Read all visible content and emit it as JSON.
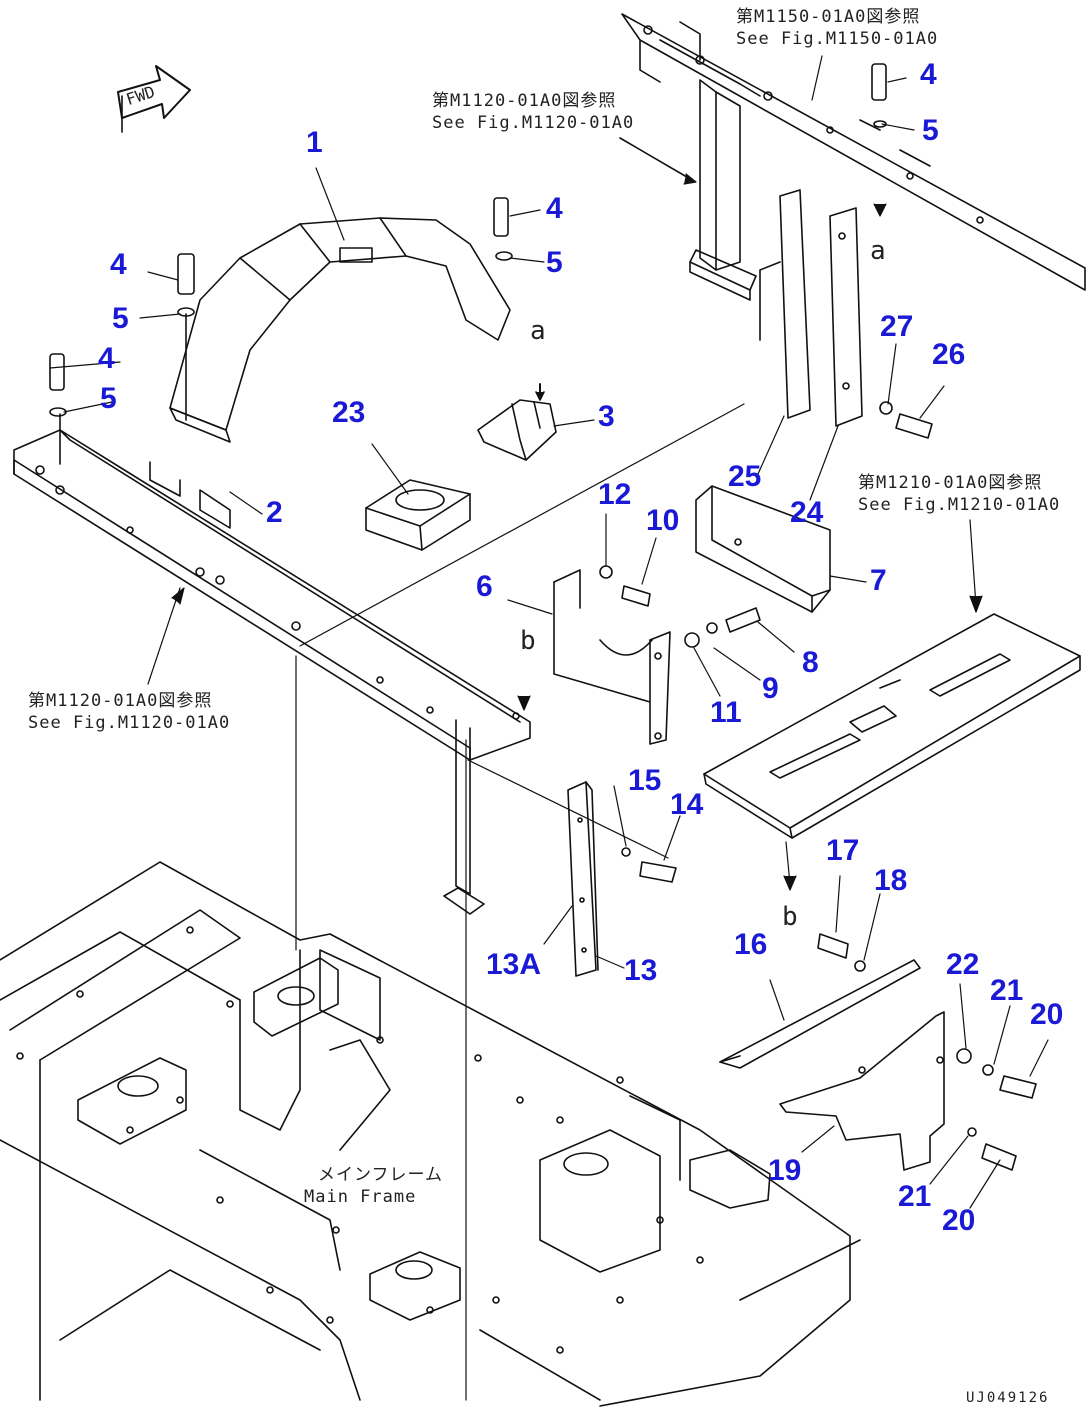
{
  "fwd_label": "FWD",
  "callouts": [
    {
      "id": "1",
      "text": "1"
    },
    {
      "id": "2",
      "text": "2"
    },
    {
      "id": "3",
      "text": "3"
    },
    {
      "id": "4a",
      "text": "4"
    },
    {
      "id": "4b",
      "text": "4"
    },
    {
      "id": "4c",
      "text": "4"
    },
    {
      "id": "4d",
      "text": "4"
    },
    {
      "id": "5a",
      "text": "5"
    },
    {
      "id": "5b",
      "text": "5"
    },
    {
      "id": "5c",
      "text": "5"
    },
    {
      "id": "5d",
      "text": "5"
    },
    {
      "id": "6",
      "text": "6"
    },
    {
      "id": "7",
      "text": "7"
    },
    {
      "id": "8",
      "text": "8"
    },
    {
      "id": "9",
      "text": "9"
    },
    {
      "id": "10",
      "text": "10"
    },
    {
      "id": "11",
      "text": "11"
    },
    {
      "id": "12",
      "text": "12"
    },
    {
      "id": "13",
      "text": "13"
    },
    {
      "id": "13A",
      "text": "13A"
    },
    {
      "id": "14",
      "text": "14"
    },
    {
      "id": "15",
      "text": "15"
    },
    {
      "id": "16",
      "text": "16"
    },
    {
      "id": "17",
      "text": "17"
    },
    {
      "id": "18",
      "text": "18"
    },
    {
      "id": "19",
      "text": "19"
    },
    {
      "id": "20a",
      "text": "20"
    },
    {
      "id": "20b",
      "text": "20"
    },
    {
      "id": "21a",
      "text": "21"
    },
    {
      "id": "21b",
      "text": "21"
    },
    {
      "id": "22",
      "text": "22"
    },
    {
      "id": "23",
      "text": "23"
    },
    {
      "id": "24",
      "text": "24"
    },
    {
      "id": "25",
      "text": "25"
    },
    {
      "id": "26",
      "text": "26"
    },
    {
      "id": "27",
      "text": "27"
    }
  ],
  "references": [
    {
      "id": "m1150",
      "jp": "第M1150-01A0図参照",
      "en": "See Fig.M1150-01A0"
    },
    {
      "id": "m1120_top",
      "jp": "第M1120-01A0図参照",
      "en": "See Fig.M1120-01A0"
    },
    {
      "id": "m1210",
      "jp": "第M1210-01A0図参照",
      "en": "See Fig.M1210-01A0"
    },
    {
      "id": "m1120_left",
      "jp": "第M1120-01A0図参照",
      "en": "See Fig.M1120-01A0"
    }
  ],
  "main_frame": {
    "jp": "メインフレーム",
    "en": "Main Frame"
  },
  "markers": [
    {
      "id": "a1",
      "text": "a"
    },
    {
      "id": "a2",
      "text": "a"
    },
    {
      "id": "b1",
      "text": "b"
    },
    {
      "id": "b2",
      "text": "b"
    }
  ],
  "drawing_code": "UJ049126"
}
